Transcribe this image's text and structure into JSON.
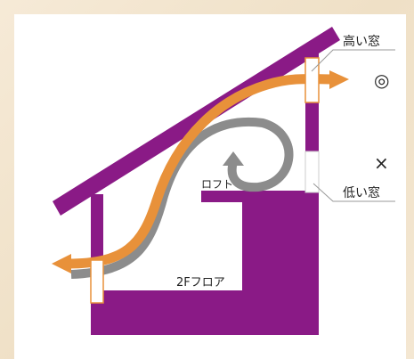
{
  "labels": {
    "high_window": "高い窓",
    "low_window": "低い窓",
    "loft": "ロフト",
    "floor": "2Fフロア",
    "good_mark": "◎",
    "bad_mark": "×"
  },
  "colors": {
    "structure": "#8a1a86",
    "warm_air": "#e8913a",
    "cool_air": "#8a8a8a",
    "window": "#ffffff",
    "window_border": "#e8913a"
  }
}
